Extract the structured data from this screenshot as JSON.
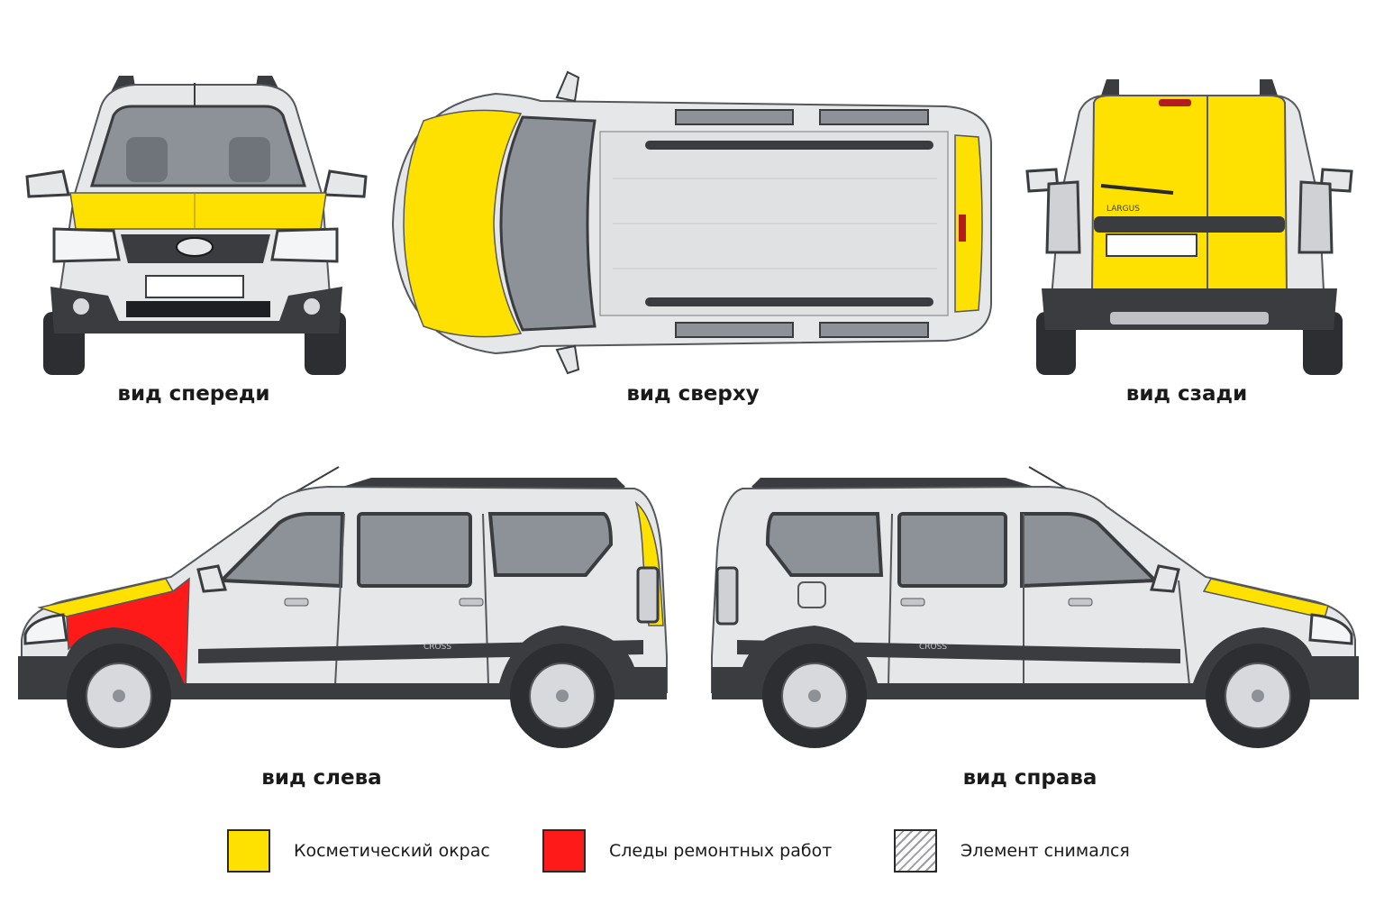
{
  "colors": {
    "cosmetic": "#ffe100",
    "repair": "#ff1a1a",
    "body": "#e6e7e9",
    "glass": "#8d9298",
    "trim": "#3a3c40"
  },
  "views": {
    "front": {
      "caption": "вид спереди",
      "painted": [
        "hood"
      ]
    },
    "top": {
      "caption": "вид сверху",
      "painted": [
        "hood",
        "tailgate-edge"
      ]
    },
    "rear": {
      "caption": "вид сзади",
      "painted": [
        "rear-left-door",
        "rear-right-door"
      ]
    },
    "left": {
      "caption": "вид слева",
      "painted": [
        "hood",
        "rear-pillar"
      ],
      "repaired": [
        "front-left-fender"
      ]
    },
    "right": {
      "caption": "вид справа",
      "painted": [
        "hood"
      ]
    }
  },
  "legend": [
    {
      "label": "Косметический окрас",
      "swatch": "cosmetic"
    },
    {
      "label": "Следы ремонтных работ",
      "swatch": "repair"
    },
    {
      "label": "Элемент снимался",
      "swatch": "hatched"
    }
  ],
  "badges": {
    "cross": "CROSS",
    "brand": "LARGUS"
  }
}
